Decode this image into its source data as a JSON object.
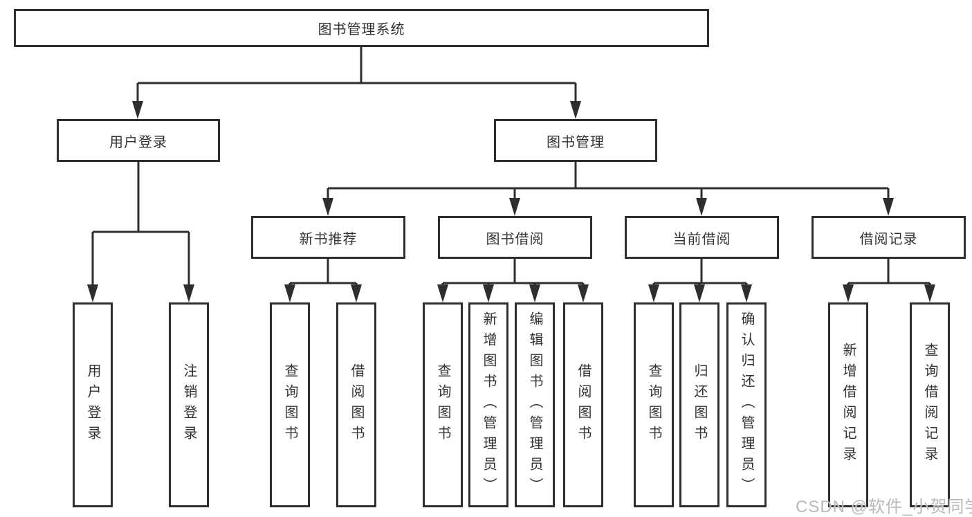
{
  "diagram": {
    "title": "图书管理系统",
    "watermark": "CSDN @软件_小贺同学",
    "colors": {
      "background": "#ffffff",
      "line": "#2e2e2e",
      "box_border": "#2e2e2e",
      "text": "#333333",
      "watermark_text": "#b9b9b9"
    },
    "root": {
      "label": "图书管理系统"
    },
    "level2": [
      {
        "label": "用户登录",
        "parent": "图书管理系统"
      },
      {
        "label": "图书管理",
        "parent": "图书管理系统"
      }
    ],
    "level3": [
      {
        "label": "新书推荐",
        "parent": "图书管理"
      },
      {
        "label": "图书借阅",
        "parent": "图书管理"
      },
      {
        "label": "当前借阅",
        "parent": "图书管理"
      },
      {
        "label": "借阅记录",
        "parent": "图书管理"
      }
    ],
    "leaves": [
      {
        "label": "用户登录",
        "parent": "用户登录"
      },
      {
        "label": "注销登录",
        "parent": "用户登录"
      },
      {
        "label": "查询图书",
        "parent": "新书推荐"
      },
      {
        "label": "借阅图书",
        "parent": "新书推荐"
      },
      {
        "label": "查询图书",
        "parent": "图书借阅"
      },
      {
        "label": "新增图书（管理员）",
        "parent": "图书借阅"
      },
      {
        "label": "编辑图书（管理员）",
        "parent": "图书借阅"
      },
      {
        "label": "借阅图书",
        "parent": "图书借阅"
      },
      {
        "label": "查询图书",
        "parent": "当前借阅"
      },
      {
        "label": "归还图书",
        "parent": "当前借阅"
      },
      {
        "label": "确认归还（管理员）",
        "parent": "当前借阅"
      },
      {
        "label": "新增借阅记录",
        "parent": "借阅记录"
      },
      {
        "label": "查询借阅记录",
        "parent": "借阅记录"
      }
    ]
  }
}
